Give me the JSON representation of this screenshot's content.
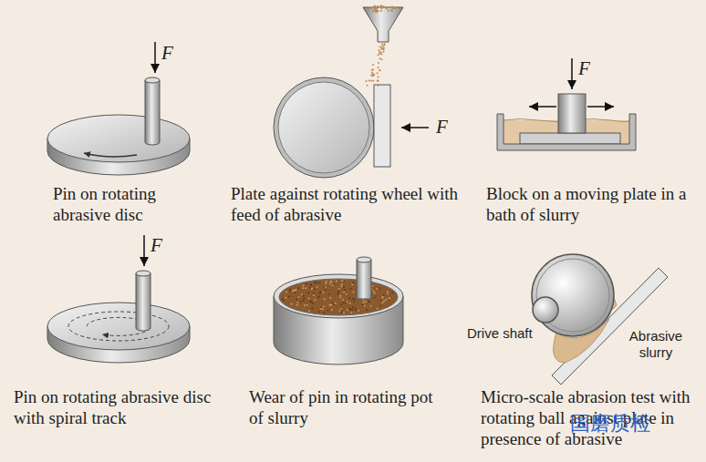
{
  "diagram": {
    "labels": [
      "F",
      "F",
      "F",
      "F",
      "Pin on rotating abrasive disc",
      "Plate against rotating wheel with feed of abrasive",
      "Block on a moving plate in a bath of slurry",
      "Drive shaft",
      "Abrasive slurry",
      "Pin on rotating abrasive disc with spiral track",
      "Wear of pin in rotating pot of slurry",
      "Micro-scale abrasion test with rotating ball against plate in presence of abrasive",
      "国磨质检"
    ]
  }
}
